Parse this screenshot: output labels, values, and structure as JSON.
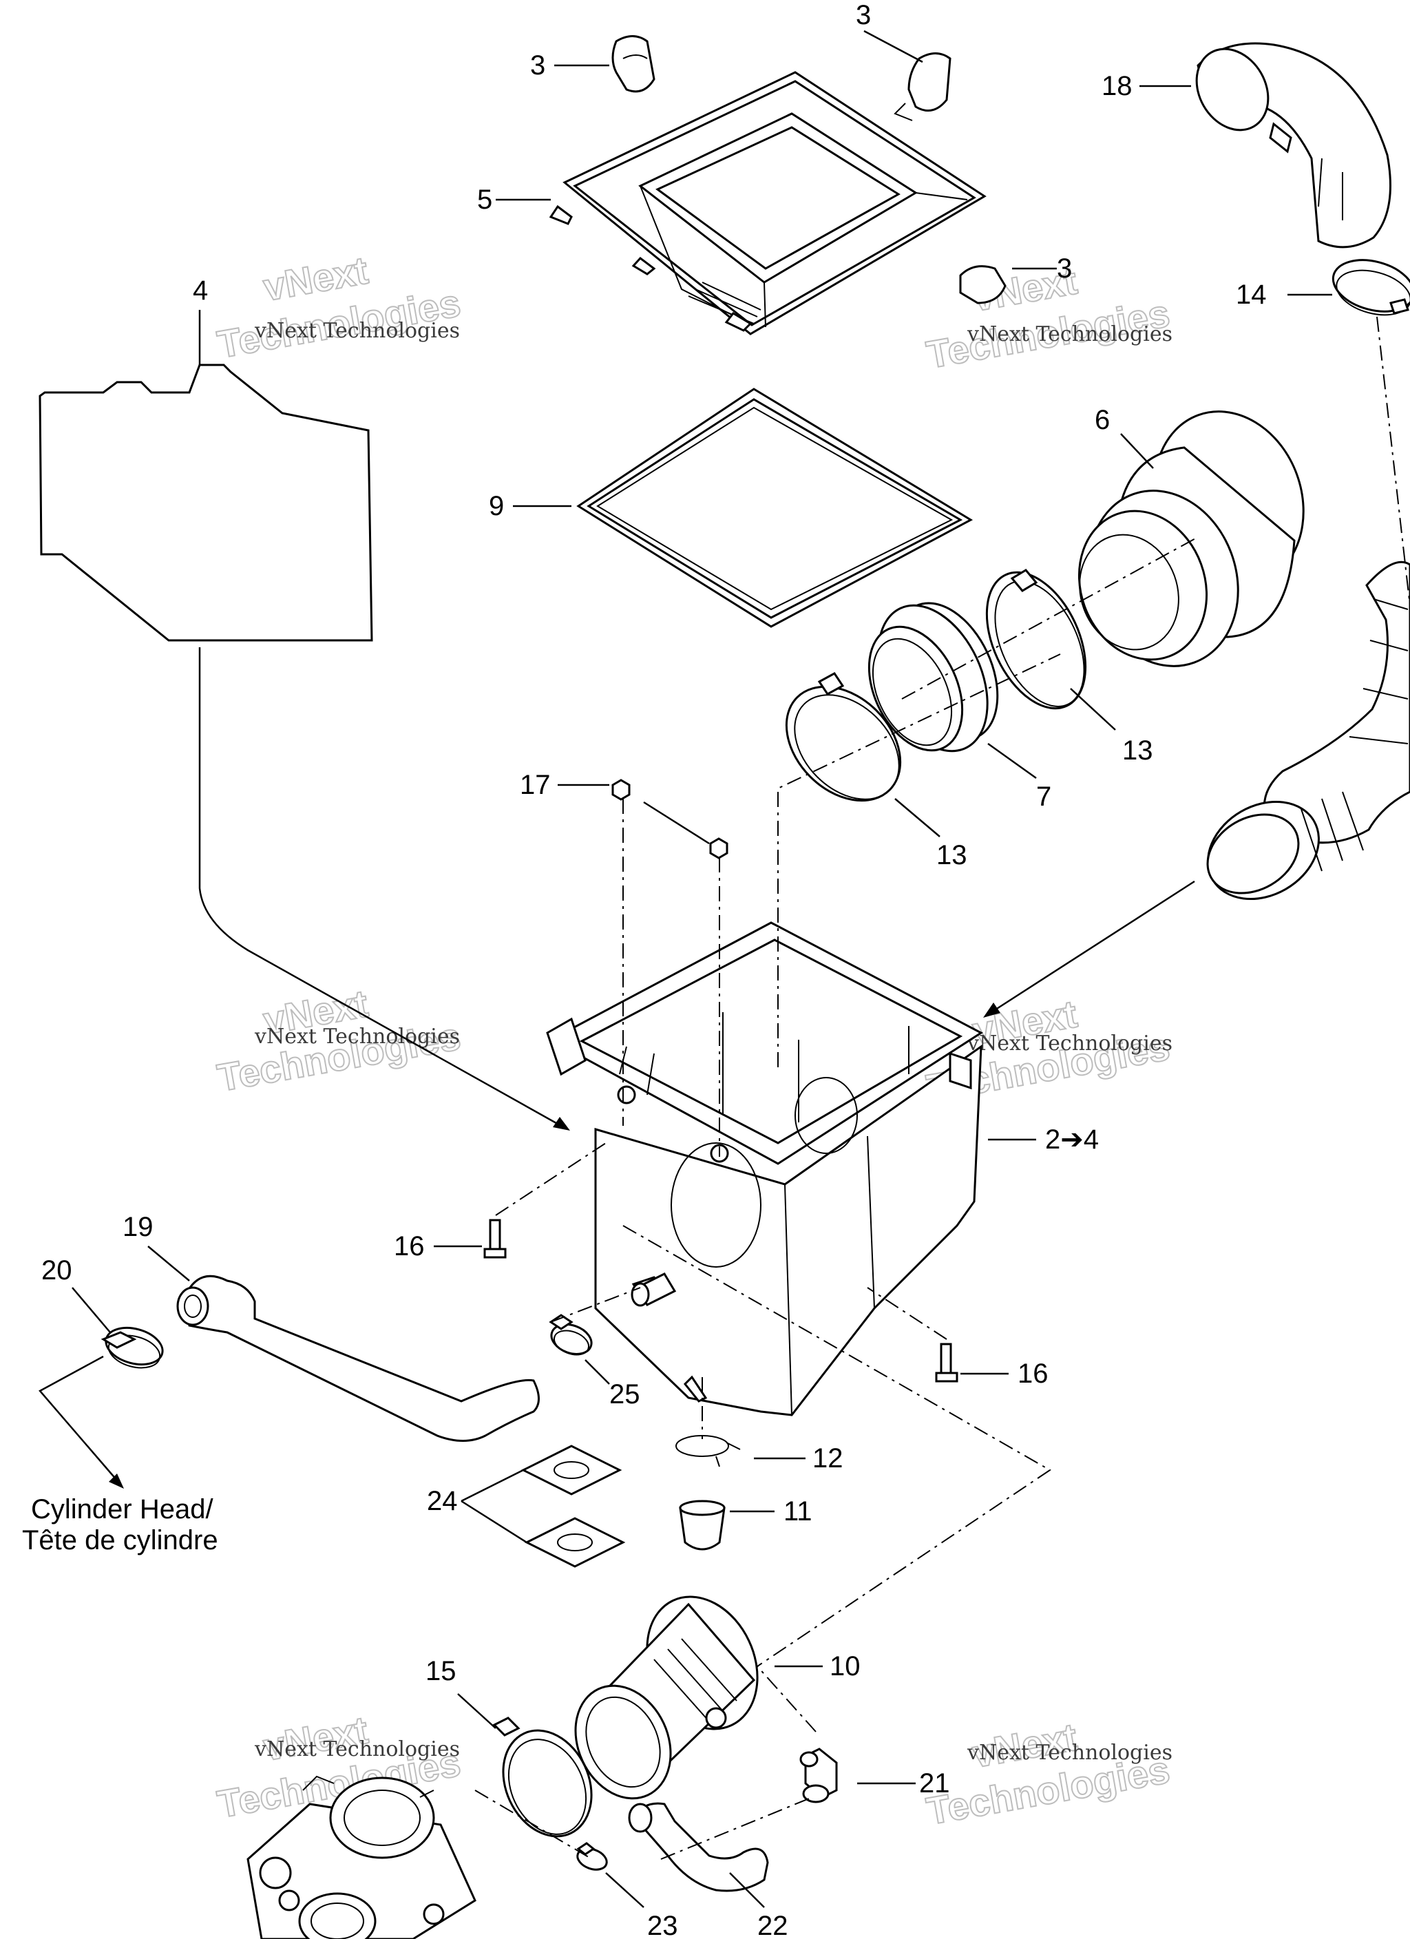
{
  "callouts": [
    {
      "id": "c3a",
      "text": "3"
    },
    {
      "id": "c3b",
      "text": "3"
    },
    {
      "id": "c3c",
      "text": "3"
    },
    {
      "id": "c18",
      "text": "18"
    },
    {
      "id": "c5",
      "text": "5"
    },
    {
      "id": "c4",
      "text": "4"
    },
    {
      "id": "c14",
      "text": "14"
    },
    {
      "id": "c6",
      "text": "6"
    },
    {
      "id": "c9",
      "text": "9"
    },
    {
      "id": "c13a",
      "text": "13"
    },
    {
      "id": "c13b",
      "text": "13"
    },
    {
      "id": "c7",
      "text": "7"
    },
    {
      "id": "c17",
      "text": "17"
    },
    {
      "id": "c2",
      "text": "2➔4"
    },
    {
      "id": "c16a",
      "text": "16"
    },
    {
      "id": "c16b",
      "text": "16"
    },
    {
      "id": "c19",
      "text": "19"
    },
    {
      "id": "c20",
      "text": "20"
    },
    {
      "id": "c25",
      "text": "25"
    },
    {
      "id": "c12",
      "text": "12"
    },
    {
      "id": "c11",
      "text": "11"
    },
    {
      "id": "c24",
      "text": "24"
    },
    {
      "id": "c10",
      "text": "10"
    },
    {
      "id": "c15",
      "text": "15"
    },
    {
      "id": "c21",
      "text": "21"
    },
    {
      "id": "c23",
      "text": "23"
    },
    {
      "id": "c22",
      "text": "22"
    }
  ],
  "destination": {
    "line1": "Cylinder Head/",
    "line2": "Tête de cylindre"
  },
  "watermark": {
    "small": "vNext Technologies",
    "big1": "vNext",
    "big2": "Technologies"
  }
}
